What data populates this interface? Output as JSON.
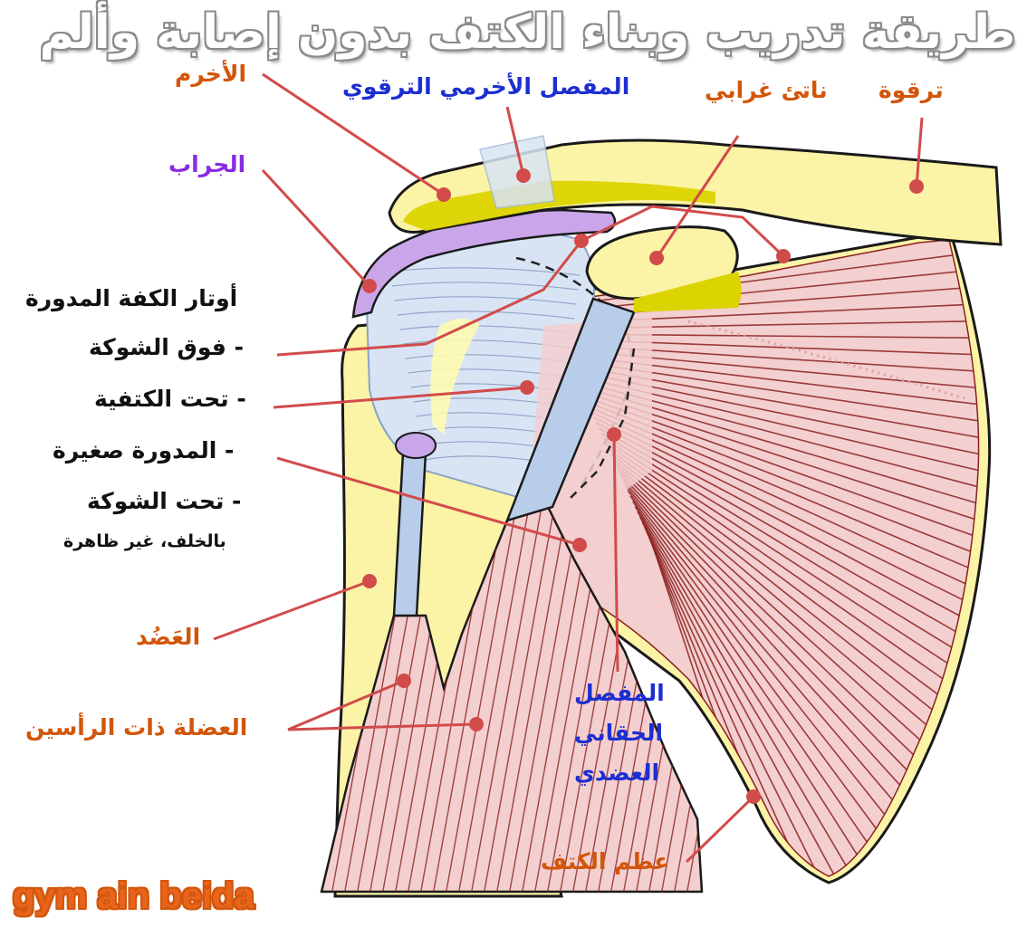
{
  "title": "طريقة تدريب وبناء الكتف بدون إصابة وألم",
  "watermark": "gym ain beida",
  "colors": {
    "bone": "#fbf3a6",
    "bone_outline": "#1a1a1a",
    "cartilage_dark": "#dcd400",
    "bursa": "#c9a6ea",
    "ligament": "#cfe0f5",
    "tendon": "#b7cdea",
    "muscle": "#f3cfcf",
    "muscle_fiber": "#8b1f1f",
    "leader": "#d24b4b",
    "label_orange": "#d2560a",
    "label_blue": "#1d2fd1",
    "label_purple": "#8a2be2",
    "label_black": "#111111"
  },
  "labels": {
    "acromion": "الأخرم",
    "ac_joint": "المفصل الأخرمي الترقوي",
    "coracoid": "ناتئ غرابي",
    "clavicle": "ترقوة",
    "bursa": "الجراب",
    "rotator_cuff_heading": "أوتار الكفة المدورة",
    "supraspinatus": "- فوق الشوكة",
    "subscapularis": "- تحت الكتفية",
    "teres_minor": "- المدورة صغيرة",
    "infraspinatus": "- تحت الشوكة",
    "infraspinatus_note": "بالخلف، غير ظاهرة",
    "humerus": "العَضُد",
    "biceps": "العضلة ذات الرأسين",
    "glenohumeral_line1": "المفصل",
    "glenohumeral_line2": "الحقاني",
    "glenohumeral_line3": "العضدي",
    "scapula": "عظم الكتف"
  }
}
